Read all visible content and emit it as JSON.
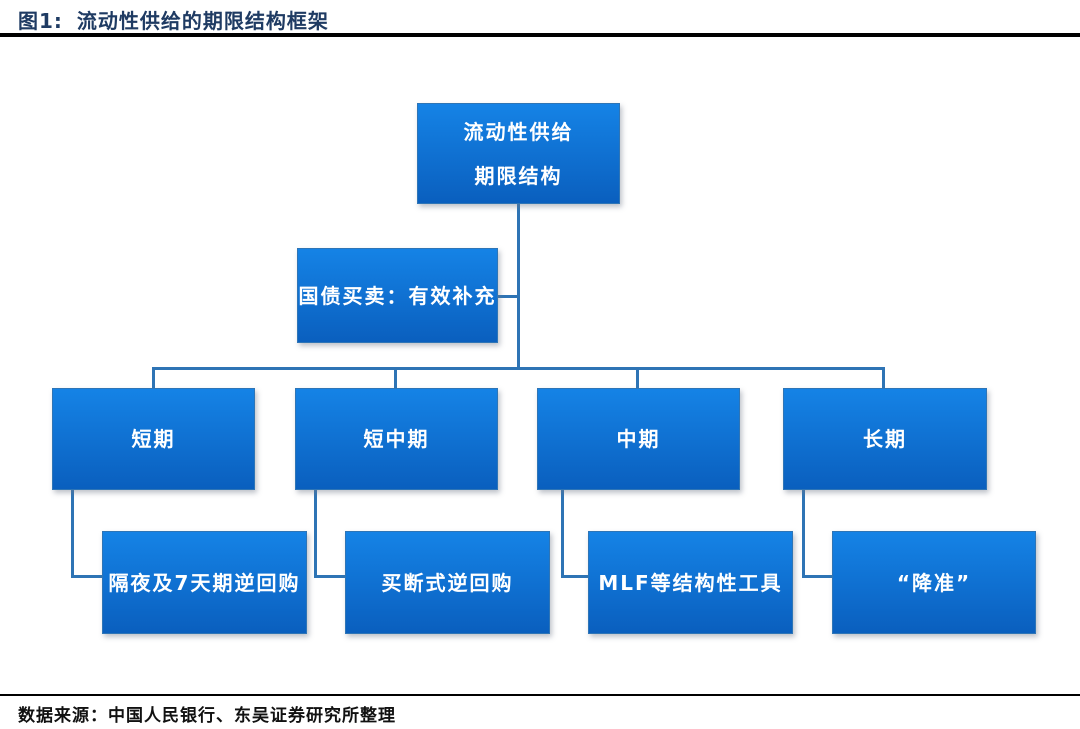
{
  "figure": {
    "number": "图1:",
    "title": "流动性供给的期限结构框架",
    "source": "数据来源：中国人民银行、东吴证券研究所整理"
  },
  "tree": {
    "root": {
      "line1": "流动性供给",
      "line2": "期限结构"
    },
    "supplement": "国债买卖：有效补充",
    "branches": [
      {
        "term": "短期",
        "tool": "隔夜及7天期逆回购"
      },
      {
        "term": "短中期",
        "tool": "买断式逆回购"
      },
      {
        "term": "中期",
        "tool": "MLF等结构性工具"
      },
      {
        "term": "长期",
        "tool": "“降准”"
      }
    ]
  },
  "colors": {
    "title_text": "#1F3B63",
    "box_gradient_top": "#1583E6",
    "box_gradient_bottom": "#0A5FBE",
    "box_border": "#2E75B6",
    "connector_line": "#2E74B5",
    "box_text": "#FFFFFF",
    "rule": "#000000",
    "background": "#FFFFFF"
  }
}
